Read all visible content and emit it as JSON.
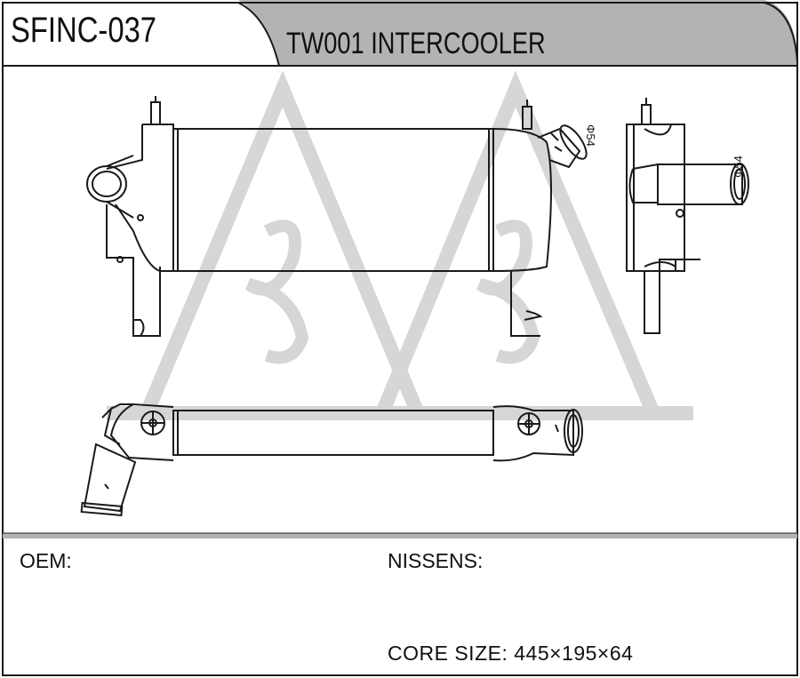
{
  "header": {
    "part_code": "SFINC-037",
    "part_title": "TW001 INTERCOOLER"
  },
  "drawing": {
    "dimension_top_view": "Φ54",
    "dimension_side_view": "Φ54",
    "stroke_color": "#1a1a1a",
    "tab_fill": "#b3b3b3",
    "watermark_color": "#d6d6d6"
  },
  "footer": {
    "oem_label": "OEM:",
    "nissens_label": "NISSENS:",
    "core_size": "CORE SIZE: 445×195×64"
  }
}
